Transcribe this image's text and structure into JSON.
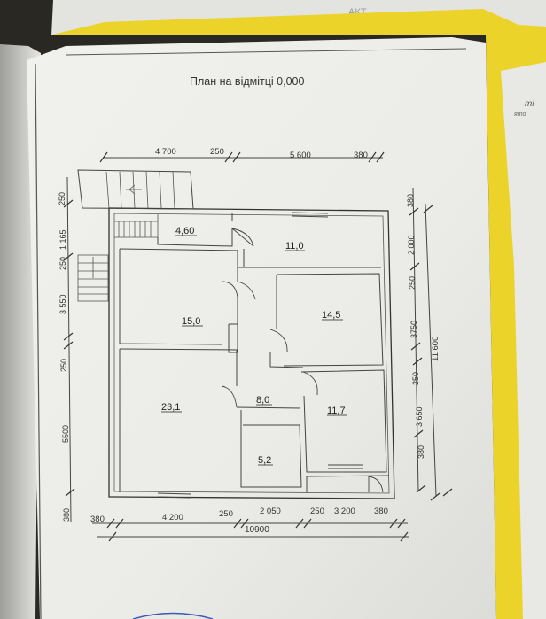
{
  "photo": {
    "background_paper_label": "АКТ",
    "side_paper_text": [
      "mi",
      "ято"
    ]
  },
  "drawing": {
    "title": "План на відмітці 0,000",
    "dims_top": [
      "4 700",
      "250",
      "5 600",
      "380"
    ],
    "dims_bottom": [
      "380",
      "4 200",
      "250",
      "2 050",
      "250",
      "3 200",
      "380"
    ],
    "dim_total_bottom": "10900",
    "dims_left": [
      "250",
      "1 165",
      "250",
      "3 550",
      "250",
      "5500",
      "380"
    ],
    "dims_right": [
      "380",
      "2 000",
      "250",
      "3750",
      "250",
      "3 650",
      "380"
    ],
    "dim_total_right": "11 600",
    "rooms": [
      {
        "id": "r1",
        "area": "4,60"
      },
      {
        "id": "r2",
        "area": "11,0"
      },
      {
        "id": "r3",
        "area": "15,0"
      },
      {
        "id": "r4",
        "area": "14,5"
      },
      {
        "id": "r5",
        "area": "23,1"
      },
      {
        "id": "r6",
        "area": "8,0"
      },
      {
        "id": "r7",
        "area": "11,7"
      },
      {
        "id": "r8",
        "area": "5,2"
      }
    ]
  },
  "colors": {
    "folder_yellow": "#ecd32a",
    "paper": "#eeeeea",
    "background": "#2a2823",
    "ink": "#3a3a3a"
  }
}
